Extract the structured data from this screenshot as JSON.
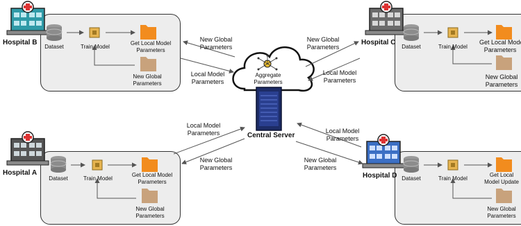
{
  "hospitals": {
    "b": {
      "name": "Hospital B",
      "dataset": "Dataset",
      "train": "Train Model",
      "get_local": [
        "Get Local Model",
        "Parameters"
      ],
      "new_global": [
        "New Global",
        "Parameters"
      ]
    },
    "c": {
      "name": "Hospital C",
      "dataset": "Dataset",
      "train": "Train Model",
      "get_local": [
        "Get Local Model",
        "Parameters"
      ],
      "new_global": [
        "New Global",
        "Parameters"
      ]
    },
    "a": {
      "name": "Hospital A",
      "dataset": "Dataset",
      "train": "Train Model",
      "get_local": [
        "Get Local Model",
        "Parameters"
      ],
      "new_global": [
        "New Global",
        "Parameters"
      ]
    },
    "d": {
      "name": "Hospital D",
      "dataset": "Dataset",
      "train": "Train Model",
      "get_local": [
        "Get Local",
        "Model Update"
      ],
      "new_global": [
        "New Global",
        "Parameters"
      ]
    }
  },
  "cloud": {
    "label": [
      "Aggregate",
      "Parameters"
    ]
  },
  "server": {
    "label": "Central Server"
  },
  "flows": {
    "b_new_global": [
      "New Global",
      "Parameters"
    ],
    "b_local": [
      "Local Model",
      "Parameters"
    ],
    "c_new_global": [
      "New Global",
      "Parameters"
    ],
    "c_local": [
      "Local Model",
      "Parameters"
    ],
    "a_local": [
      "Local Model",
      "Parameters"
    ],
    "a_new_global": [
      "New Global",
      "Parameters"
    ],
    "d_local": [
      "Local Model",
      "Parameters"
    ],
    "d_new_global": [
      "New Global",
      "Parameters"
    ]
  },
  "colors": {
    "box": "#ededed",
    "folder": "#f28c1e",
    "folder_tan": "#c8a27c",
    "server": "#2a3f8f",
    "hospital_b": "#2f9aa7",
    "hospital_c": "#6b6b6b",
    "hospital_a": "#555555",
    "hospital_d": "#3b6fc4",
    "cross": "#d33"
  }
}
